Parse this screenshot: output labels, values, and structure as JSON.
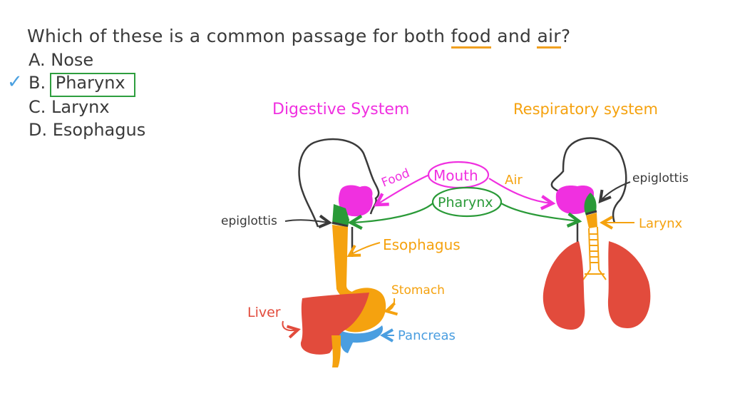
{
  "question": {
    "prefix": "Which of these is a common passage for both ",
    "word1": "food",
    "middle": " and ",
    "word2": "air",
    "suffix": "?"
  },
  "options": [
    {
      "label": "A. Nose"
    },
    {
      "label": "B.",
      "answer": "Pharynx",
      "correct": true
    },
    {
      "label": "C. Larynx"
    },
    {
      "label": "D. Esophagus"
    }
  ],
  "diagram": {
    "digestive_title": "Digestive System",
    "respiratory_title": "Respiratory system",
    "labels": {
      "food": "Food",
      "mouth": "Mouth",
      "air": "Air",
      "pharynx": "Pharynx",
      "epiglottis_left": "epiglottis",
      "epiglottis_right": "epiglottis",
      "esophagus": "Esophagus",
      "stomach": "Stomach",
      "liver": "Liver",
      "pancreas": "Pancreas",
      "larynx": "Larynx"
    },
    "colors": {
      "magenta": "#f030e0",
      "green": "#2a9a38",
      "orange": "#f5a20f",
      "red": "#e24b3c",
      "blue": "#4a9ee0",
      "outline": "#3a3a3a"
    }
  }
}
